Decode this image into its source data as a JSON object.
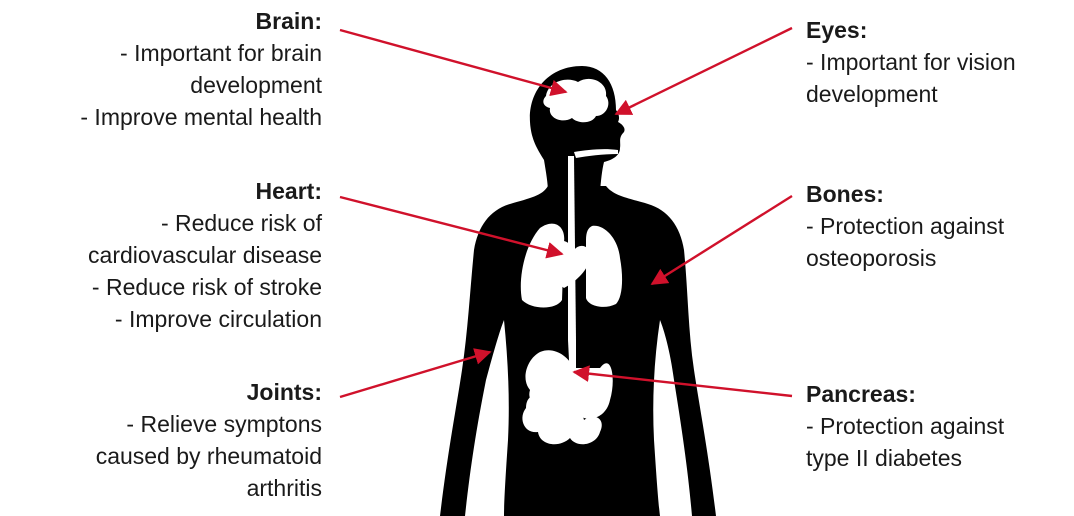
{
  "colors": {
    "arrow": "#d0112b",
    "body": "#000000",
    "organ": "#ffffff",
    "text": "#1a1a1a"
  },
  "labels": {
    "brain": {
      "title": "Brain:",
      "lines": [
        "- Important for brain",
        "development",
        "- Improve mental health"
      ]
    },
    "heart": {
      "title": "Heart:",
      "lines": [
        "- Reduce risk of",
        "cardiovascular disease",
        "- Reduce risk of stroke",
        "- Improve circulation"
      ]
    },
    "joints": {
      "title": "Joints:",
      "lines": [
        "- Relieve symptons",
        "caused by rheumatoid",
        "arthritis"
      ]
    },
    "eyes": {
      "title": "Eyes:",
      "lines": [
        "- Important for vision",
        "development"
      ]
    },
    "bones": {
      "title": "Bones:",
      "lines": [
        "- Protection against",
        "osteoporosis"
      ]
    },
    "pancreas": {
      "title": "Pancreas:",
      "lines": [
        "- Protection against",
        "type II diabetes"
      ]
    }
  }
}
